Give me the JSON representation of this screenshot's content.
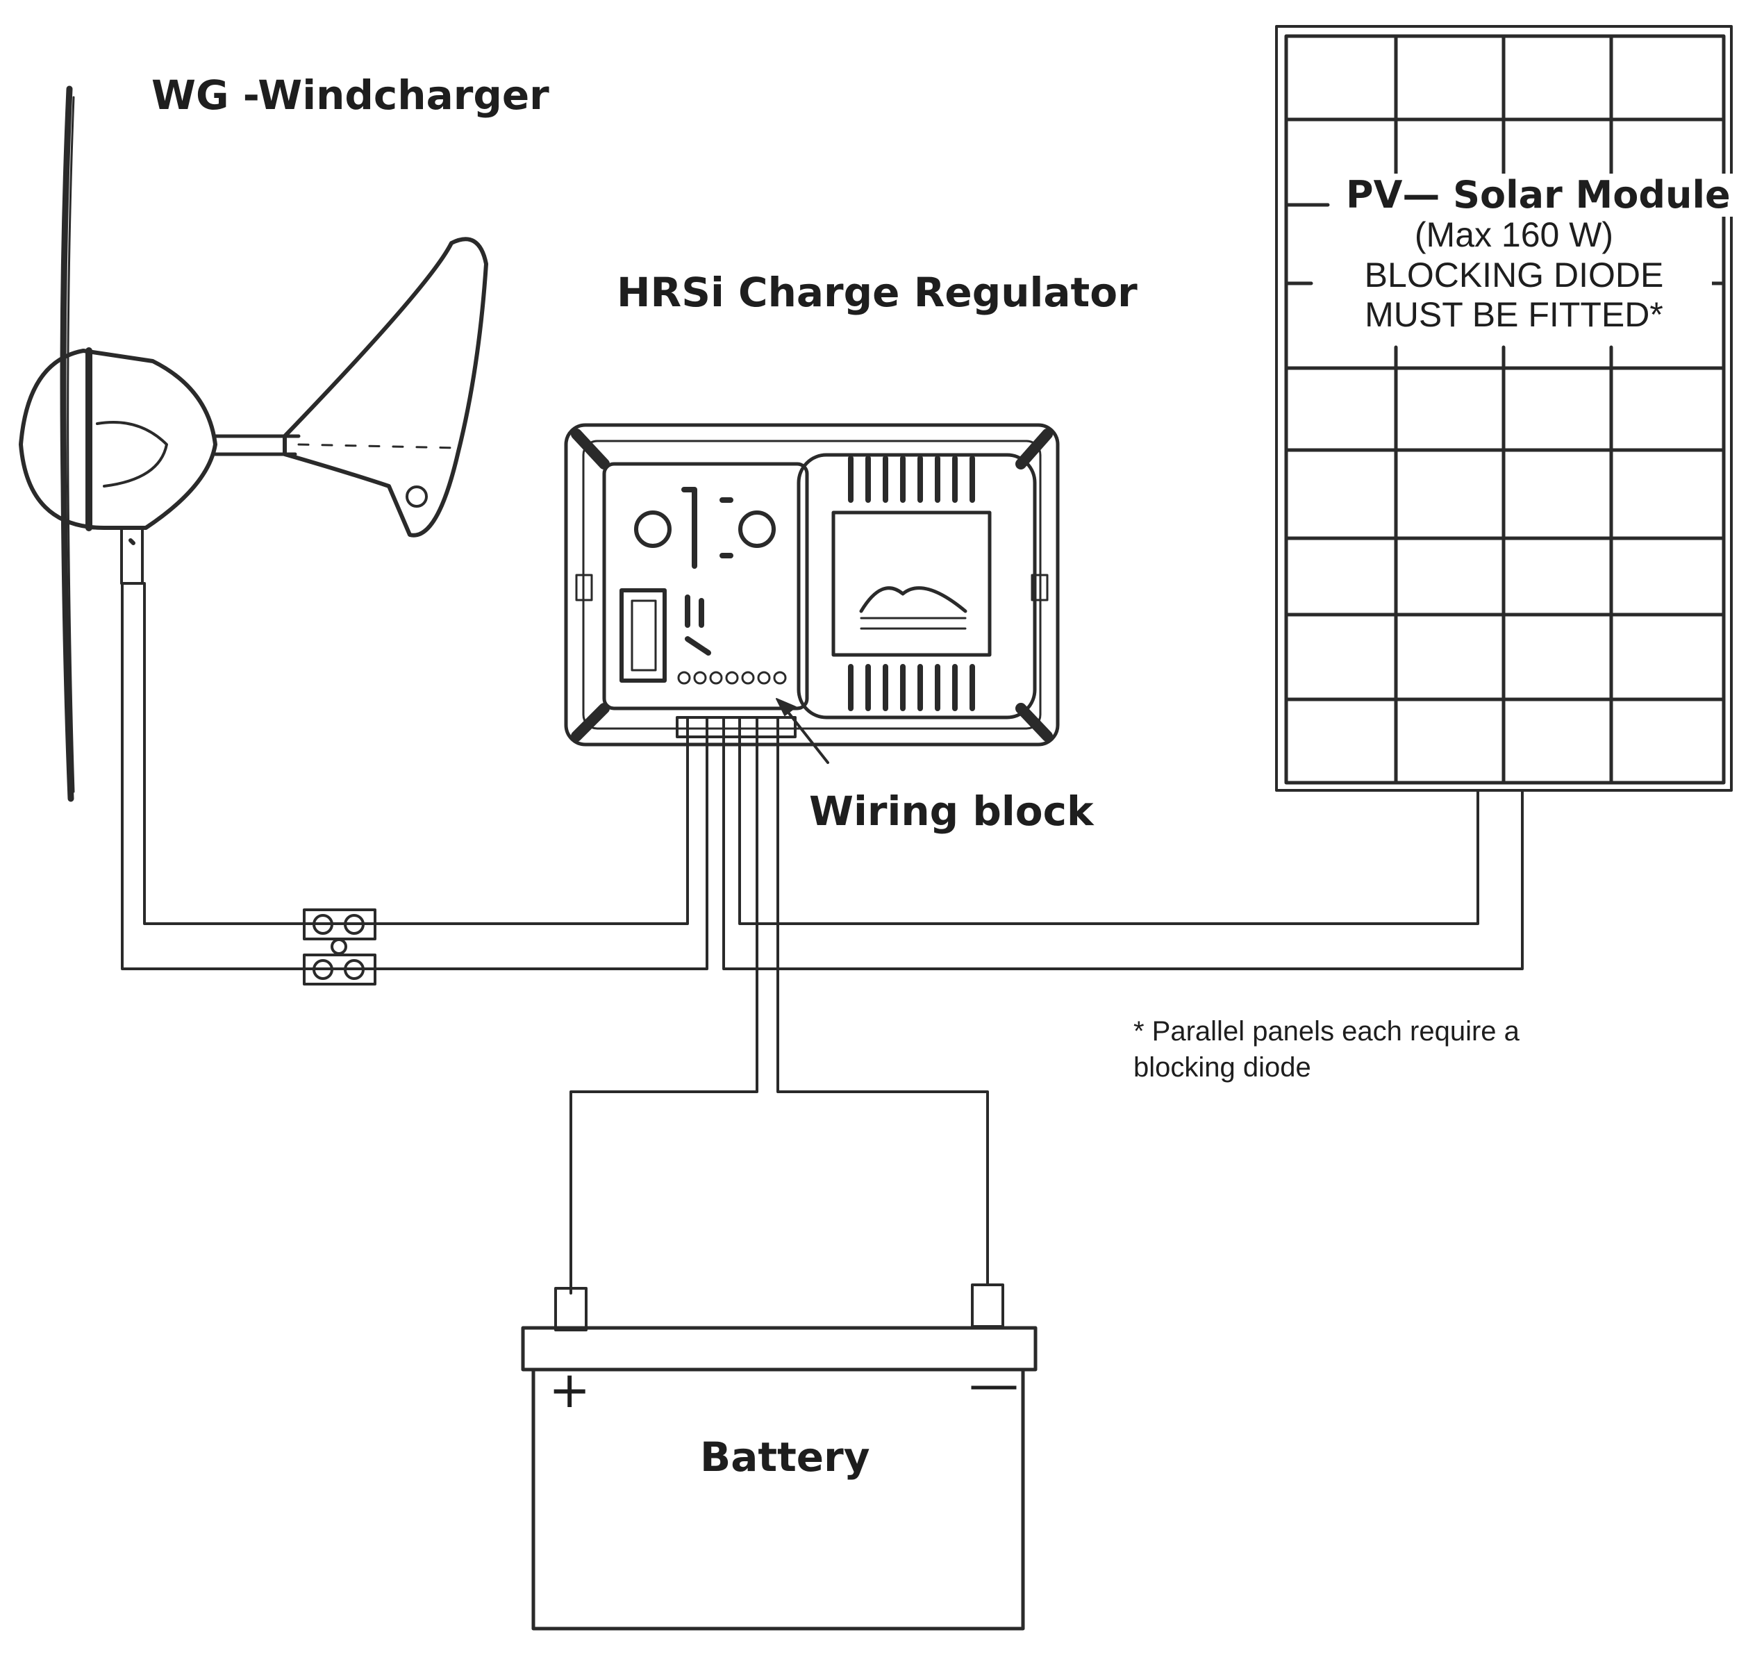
{
  "wind_generator": {
    "label": "WG -Windcharger"
  },
  "regulator": {
    "label": "HRSi Charge Regulator",
    "wiring_block_label": "Wiring block"
  },
  "solar_module": {
    "title": "PV— Solar Module",
    "max_power": "(Max 160 W)",
    "diode_line1": "BLOCKING DIODE",
    "diode_line2": "MUST BE FITTED*"
  },
  "footnote": {
    "line1": "* Parallel panels each require a",
    "line2": "blocking diode"
  },
  "battery": {
    "label": "Battery",
    "positive": "+",
    "negative": "—"
  }
}
